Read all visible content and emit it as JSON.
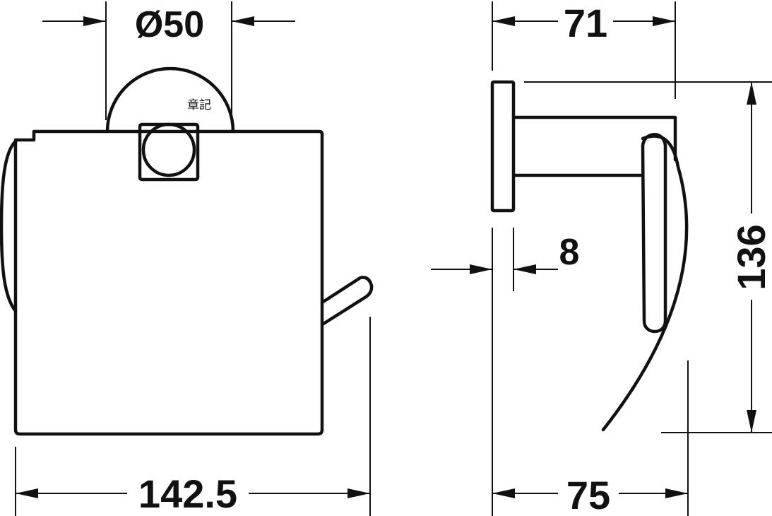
{
  "stamp": "章記",
  "dimensions": {
    "diameter": "Ø50",
    "width": "142.5",
    "depth_top": "71",
    "depth_bottom": "75",
    "plate_thickness": "8",
    "height": "136"
  },
  "colors": {
    "line": "#111111",
    "background": "#ffffff"
  }
}
